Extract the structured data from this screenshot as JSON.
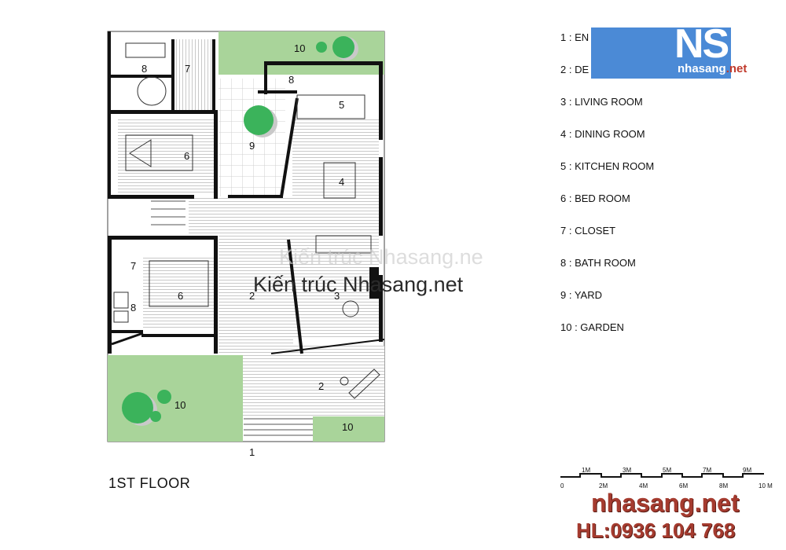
{
  "plan": {
    "title": "1ST FLOOR",
    "entry_number": "1",
    "room_numbers": [
      "8",
      "7",
      "10",
      "8",
      "5",
      "9",
      "6",
      "4",
      "7",
      "6",
      "8",
      "2",
      "3",
      "2",
      "10",
      "10"
    ]
  },
  "legend": [
    "1 : EN",
    "2 : DE",
    "3 : LIVING ROOM",
    "4 : DINING ROOM",
    "5 : KITCHEN ROOM",
    "6 : BED ROOM",
    "7 : CLOSET",
    "8 : BATH ROOM",
    "9 : YARD",
    "10 : GARDEN"
  ],
  "watermark": {
    "main": "Kiến trúc Nhasang.net",
    "ghost": "Kiến trúc Nhasang.ne"
  },
  "logo": {
    "letters": "NS",
    "site": "nhasang",
    "tld": ".net"
  },
  "branding": {
    "site": "nhasang.net",
    "phone": "HL:0936 104 768"
  },
  "scale_bar": {
    "top_labels": [
      "1M",
      "3M",
      "5M",
      "7M",
      "9M"
    ],
    "bottom_labels": [
      "0",
      "2M",
      "4M",
      "6M",
      "8M",
      "10 M"
    ]
  },
  "colors": {
    "garden": "#a9d49a",
    "tree": "#3bb35b",
    "wall": "#111111",
    "brand": "#a53b2f",
    "logo_bg": "#4b8ad6"
  }
}
